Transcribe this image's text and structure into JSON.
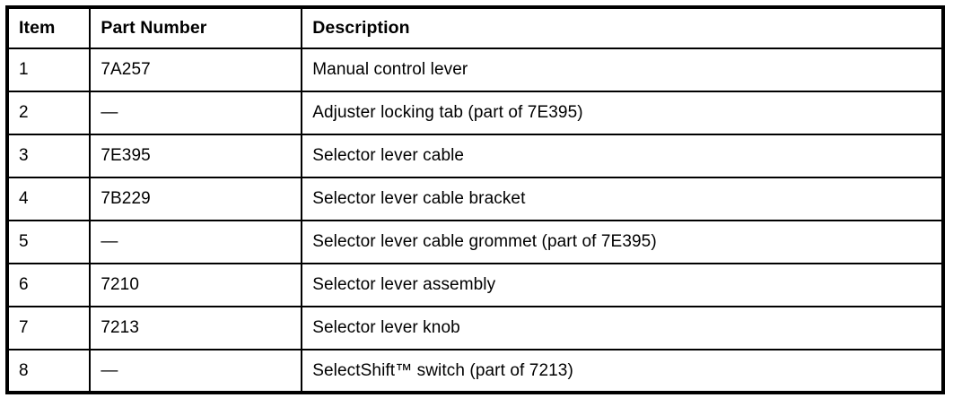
{
  "table": {
    "columns": [
      "Item",
      "Part Number",
      "Description"
    ],
    "rows": [
      {
        "item": "1",
        "part_number": "7A257",
        "description": "Manual control lever"
      },
      {
        "item": "2",
        "part_number": "—",
        "description": "Adjuster locking tab (part of 7E395)"
      },
      {
        "item": "3",
        "part_number": "7E395",
        "description": "Selector lever cable"
      },
      {
        "item": "4",
        "part_number": "7B229",
        "description": "Selector lever cable bracket"
      },
      {
        "item": "5",
        "part_number": "—",
        "description": "Selector lever cable grommet (part of 7E395)"
      },
      {
        "item": "6",
        "part_number": "7210",
        "description": "Selector lever assembly"
      },
      {
        "item": "7",
        "part_number": "7213",
        "description": "Selector lever knob"
      },
      {
        "item": "8",
        "part_number": "—",
        "description": "SelectShift™ switch (part of 7213)"
      }
    ]
  },
  "colors": {
    "border": "#000000",
    "background": "#ffffff",
    "text": "#000000"
  }
}
